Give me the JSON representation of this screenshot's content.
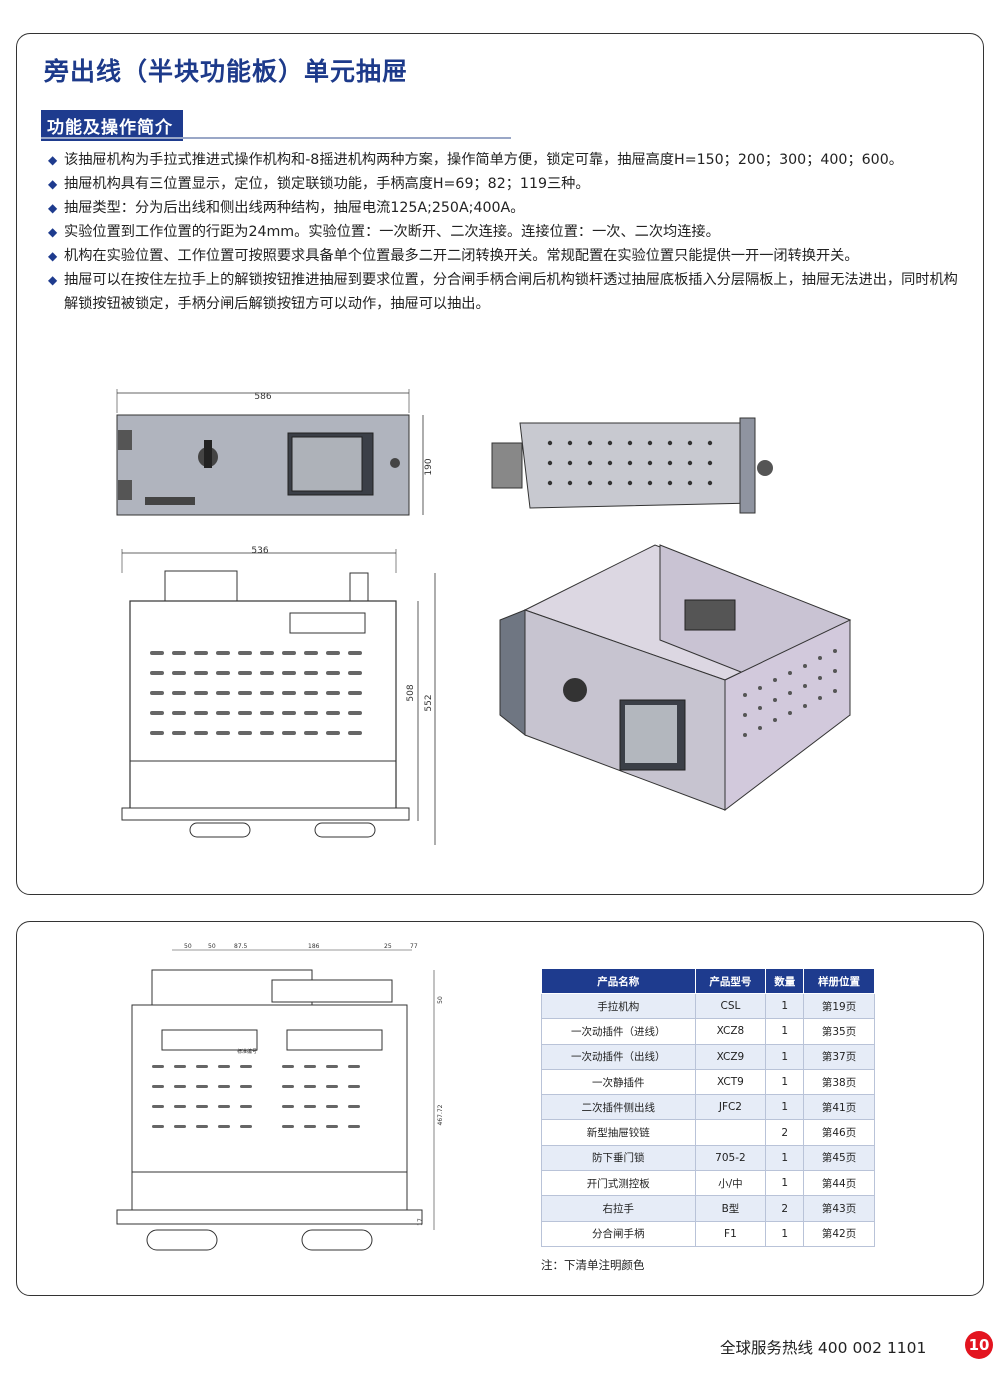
{
  "page": {
    "title": "旁出线（半块功能板）单元抽屉",
    "section_heading": "功能及操作简介",
    "bullet_marker": "◆",
    "bullets": [
      "该抽屉机构为手拉式推进式操作机构和-8摇进机构两种方案，操作简单方便，锁定可靠，抽屉高度H=150；200；300；400；600。",
      "抽屉机构具有三位置显示，定位，锁定联锁功能，手柄高度H=69；82；119三种。",
      "抽屉类型：分为后出线和侧出线两种结构，抽屉电流125A;250A;400A。",
      "实验位置到工作位置的行距为24mm。实验位置：一次断开、二次连接。连接位置：一次、二次均连接。",
      "机构在实验位置、工作位置可按照要求具备单个位置最多二开二闭转换开关。常规配置在实验位置只能提供一开一闭转换开关。",
      "抽屉可以在按住左拉手上的解锁按钮推进抽屉到要求位置，分合闸手柄合闸后机构锁杆透过抽屉底板插入分层隔板上，抽屉无法进出，同时机构解锁按钮被锁定，手柄分闸后解锁按钮方可以动作，抽屉可以抽出。"
    ]
  },
  "drawings": {
    "front_view": {
      "width_dim": "586",
      "height_dim": "190"
    },
    "top_view": {
      "width_dim": "536",
      "depth_dim_inner": "508",
      "depth_dim_outer": "552"
    },
    "detail_view": {
      "top_dims": [
        "50",
        "50",
        "87.5",
        "186",
        "25",
        "77"
      ],
      "right_dims": [
        "50",
        "467.72",
        "17"
      ],
      "inner_label": "标准编号"
    }
  },
  "table": {
    "headers": [
      "产品名称",
      "产品型号",
      "数量",
      "样册位置"
    ],
    "rows": [
      [
        "手拉机构",
        "CSL",
        "1",
        "第19页"
      ],
      [
        "一次动插件（进线）",
        "XCZ8",
        "1",
        "第35页"
      ],
      [
        "一次动插件（出线）",
        "XCZ9",
        "1",
        "第37页"
      ],
      [
        "一次静插件",
        "XCT9",
        "1",
        "第38页"
      ],
      [
        "二次插件侧出线",
        "JFC2",
        "1",
        "第41页"
      ],
      [
        "新型抽屉铰链",
        "",
        "2",
        "第46页"
      ],
      [
        "防下垂门锁",
        "705-2",
        "1",
        "第45页"
      ],
      [
        "开门式测控板",
        "小/中",
        "1",
        "第44页"
      ],
      [
        "右拉手",
        "B型",
        "2",
        "第43页"
      ],
      [
        "分合闸手柄",
        "F1",
        "1",
        "第42页"
      ]
    ],
    "note": "注：下清单注明颜色"
  },
  "footer": {
    "hotline": "全球服务热线  400 002 1101",
    "page_number": "10"
  },
  "colors": {
    "brand_blue": "#1e3b8e",
    "page_badge_red": "#e3141f",
    "table_row_tint": "#e6ecf7"
  }
}
